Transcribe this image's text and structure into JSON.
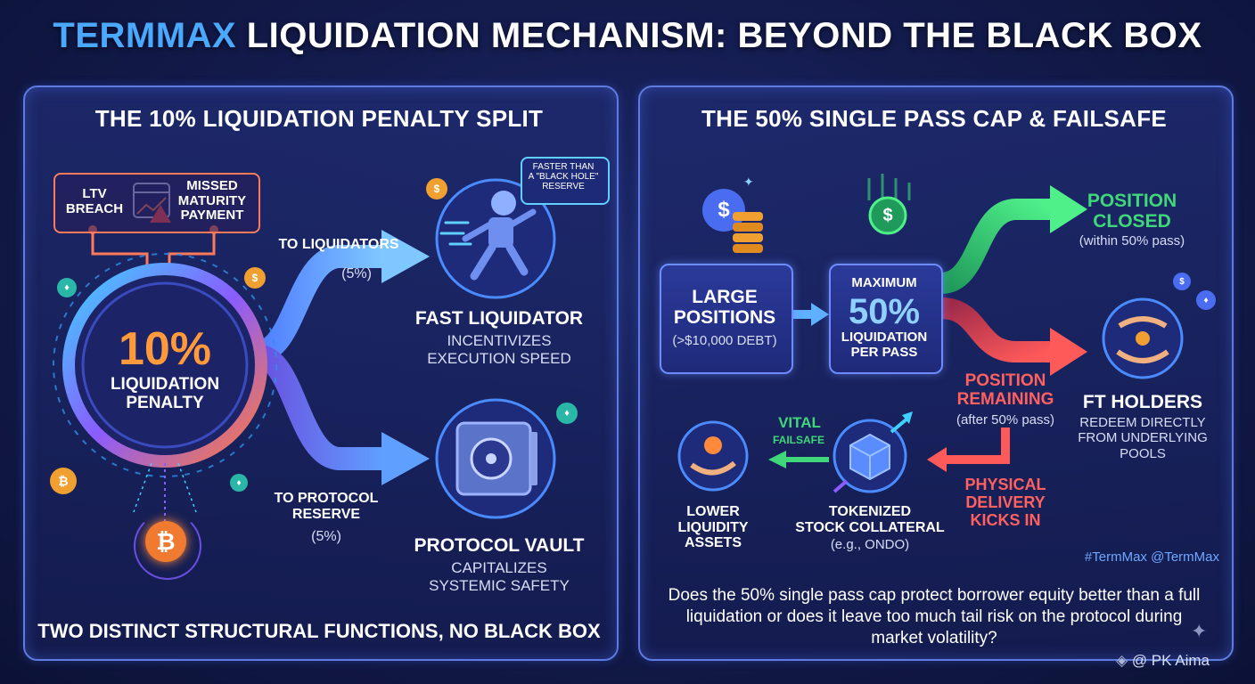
{
  "header": {
    "title_brand": "TERMMAX",
    "title_rest": "LIQUIDATION MECHANISM: BEYOND THE BLACK BOX"
  },
  "left_panel": {
    "title": "THE 10% LIQUIDATION PENALTY SPLIT",
    "triggers": {
      "ltv": "LTV\nBREACH",
      "missed": "MISSED\nMATURITY\nPAYMENT"
    },
    "penalty": {
      "value": "10%",
      "label": "LIQUIDATION\nPENALTY"
    },
    "to_liquidators": {
      "label": "TO LIQUIDATORS",
      "pct": "(5%)"
    },
    "to_reserve": {
      "label": "TO PROTOCOL\nRESERVE",
      "pct": "(5%)"
    },
    "speech_bubble": "FASTER THAN\nA \"BLACK HOLE\"\nRESERVE",
    "fast_liquidator": {
      "title": "FAST LIQUIDATOR",
      "desc": "INCENTIVIZES\nEXECUTION SPEED"
    },
    "protocol_vault": {
      "title": "PROTOCOL VAULT",
      "desc": "CAPITALIZES\nSYSTEMIC SAFETY"
    },
    "footer": "TWO DISTINCT STRUCTURAL FUNCTIONS, NO BLACK BOX",
    "btc_symbol": "₿"
  },
  "right_panel": {
    "title": "THE 50% SINGLE PASS CAP & FAILSAFE",
    "large_positions": {
      "title": "LARGE\nPOSITIONS",
      "sub": "(>$10,000 DEBT)"
    },
    "maximum": {
      "top": "MAXIMUM",
      "value": "50%",
      "bottom": "LIQUIDATION\nPER PASS"
    },
    "position_closed": {
      "title": "POSITION\nCLOSED",
      "sub": "(within 50% pass)"
    },
    "position_remaining": {
      "title": "POSITION\nREMAINING",
      "sub": "(after 50% pass)"
    },
    "ft_holders": {
      "title": "FT HOLDERS",
      "sub": "REDEEM DIRECTLY\nFROM UNDERLYING\nPOOLS"
    },
    "physical_delivery": "PHYSICAL\nDELIVERY\nKICKS IN",
    "vital": "VITAL",
    "failsafe": "FAILSAFE",
    "lower_liquidity": "LOWER\nLIQUIDITY\nASSETS",
    "tokenized": {
      "title": "TOKENIZED\nSTOCK COLLATERAL",
      "sub": "(e.g., ONDO)"
    },
    "hashtag": "#TermMax @TermMax",
    "question": "Does the 50% single pass cap protect borrower equity better than a full liquidation or does it leave too much tail risk on the protocol during market volatility?",
    "dollar_symbol": "$"
  },
  "watermark": "@ PK Aima",
  "colors": {
    "brand_blue": "#4aa8ff",
    "penalty_orange": "#ff9a3c",
    "green": "#3fd77a",
    "red": "#ff5a5a",
    "panel_border": "#5d7be0"
  }
}
